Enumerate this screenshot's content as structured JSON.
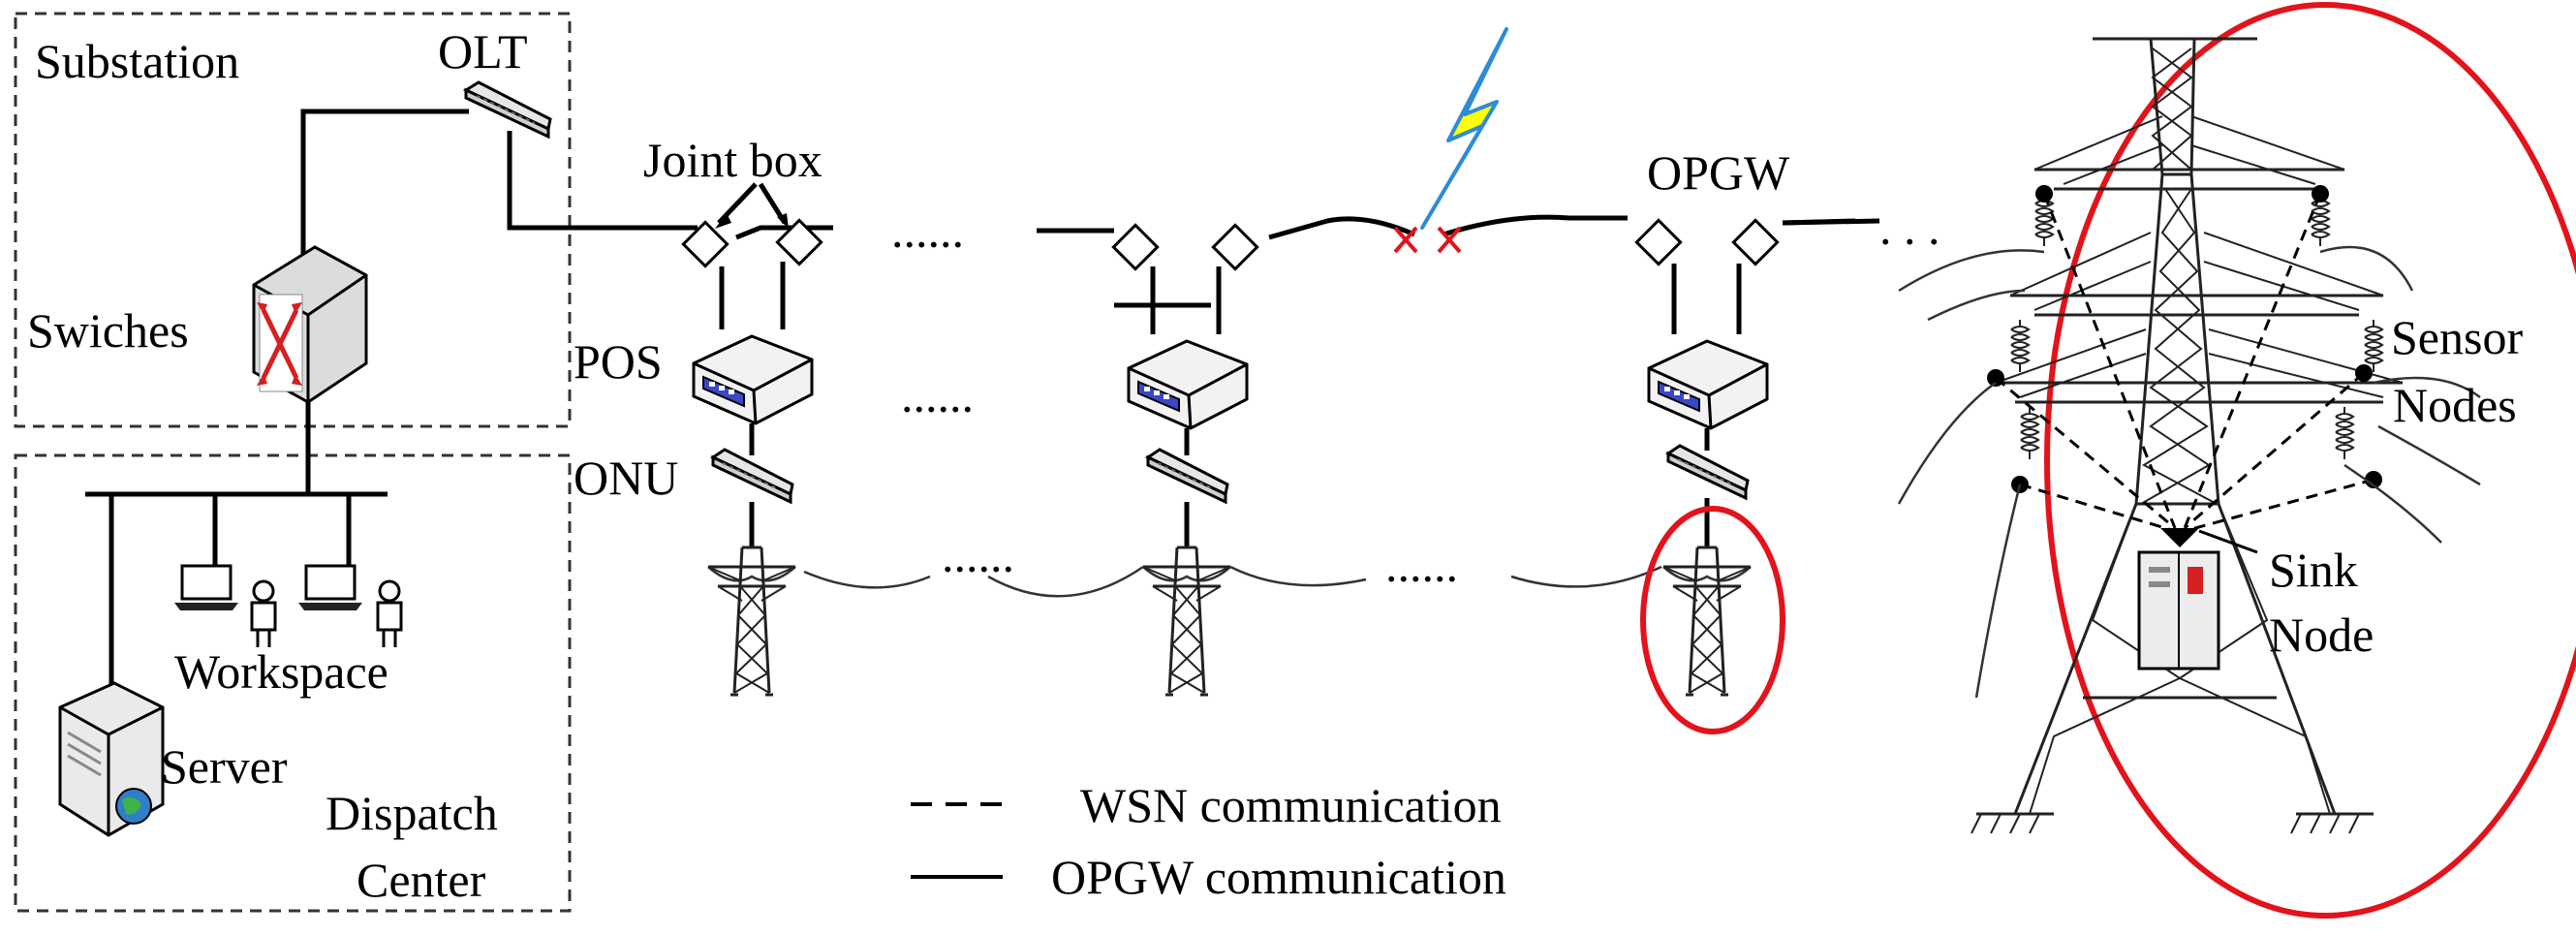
{
  "labels": {
    "substation": "Substation",
    "olt": "OLT",
    "switches": "Swiches",
    "joint_box": "Joint box",
    "pos": "POS",
    "onu": "ONU",
    "opgw": "OPGW",
    "workspace": "Workspace",
    "server": "Server",
    "dispatch_line1": "Dispatch",
    "dispatch_line2": "Center",
    "sensor_line1": "Sensor",
    "sensor_line2": "Nodes",
    "sink_line1": "Sink",
    "sink_line2": "Node",
    "ellipsis_top": "......",
    "ellipsis_mid": "......",
    "ellipsis_bottom1": "......",
    "ellipsis_bottom2": "......",
    "ellipsis_right": ". . ."
  },
  "legend": {
    "wsn": "WSN communication",
    "opgw": "OPGW communication"
  },
  "colors": {
    "highlight_ring": "#e3131b",
    "fault_mark": "#e3131b",
    "lightning_fill": "#ffff00",
    "lightning_stroke": "#2e8bd6",
    "switch_arrow": "#d42020",
    "port_led": "#3a47c6"
  },
  "icons": [
    "switch-icon",
    "olt-icon",
    "joint-box-icon",
    "pos-icon",
    "onu-icon",
    "tower-icon",
    "laptop-icon",
    "person-icon",
    "server-icon",
    "lightning-icon",
    "fault-cross-icon"
  ]
}
